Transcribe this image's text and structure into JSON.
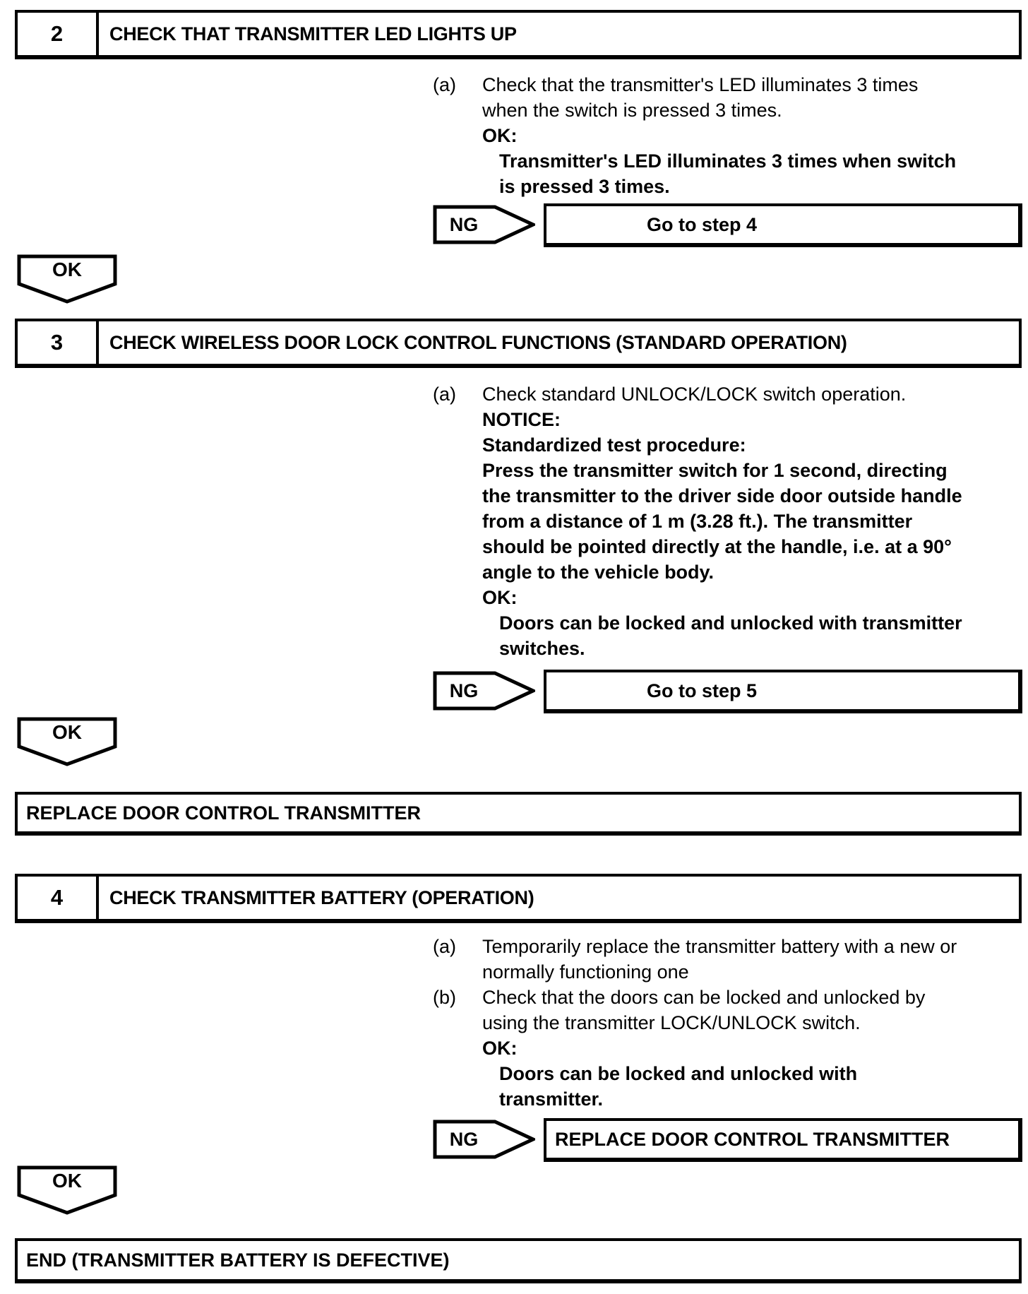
{
  "colors": {
    "ink": "#000000",
    "paper": "#ffffff"
  },
  "step2": {
    "number": "2",
    "title": "CHECK THAT TRANSMITTER LED LIGHTS UP",
    "item_a": {
      "marker": "(a)",
      "lines": [
        "Check that the transmitter's LED illuminates 3 times",
        "when the switch is pressed 3 times."
      ]
    },
    "ok_heading": "OK:",
    "ok_lines": [
      "Transmitter's LED illuminates 3 times when switch",
      "is pressed 3 times."
    ],
    "ng_label": "NG",
    "ng_action": "Go to step 4",
    "ok_connector": "OK"
  },
  "step3": {
    "number": "3",
    "title": "CHECK WIRELESS DOOR LOCK CONTROL FUNCTIONS (STANDARD OPERATION)",
    "item_a": {
      "marker": "(a)",
      "lines": [
        "Check standard UNLOCK/LOCK switch operation."
      ]
    },
    "notice_heading": "NOTICE:",
    "notice_lines": [
      "Standardized test procedure:",
      "Press the transmitter switch for 1 second, directing",
      "the transmitter to the driver side door outside handle",
      "from a distance of 1 m (3.28 ft.). The transmitter",
      "should be pointed directly at the handle, i.e. at a 90°",
      "angle to the vehicle body."
    ],
    "ok_heading": "OK:",
    "ok_lines": [
      "Doors can be locked and unlocked with transmitter",
      "switches."
    ],
    "ng_label": "NG",
    "ng_action": "Go to step 5",
    "ok_connector": "OK"
  },
  "replace_box": "REPLACE DOOR CONTROL TRANSMITTER",
  "step4": {
    "number": "4",
    "title": "CHECK TRANSMITTER BATTERY (OPERATION)",
    "item_a": {
      "marker": "(a)",
      "lines": [
        "Temporarily replace the transmitter battery with a new or",
        "normally functioning one"
      ]
    },
    "item_b": {
      "marker": "(b)",
      "lines": [
        "Check that the doors can be locked and unlocked by",
        "using the transmitter LOCK/UNLOCK switch."
      ]
    },
    "ok_heading": "OK:",
    "ok_lines": [
      "Doors can be locked and unlocked with",
      "transmitter."
    ],
    "ng_label": "NG",
    "ng_action": "REPLACE DOOR CONTROL TRANSMITTER",
    "ok_connector": "OK"
  },
  "end_box": "END (TRANSMITTER BATTERY IS DEFECTIVE)"
}
